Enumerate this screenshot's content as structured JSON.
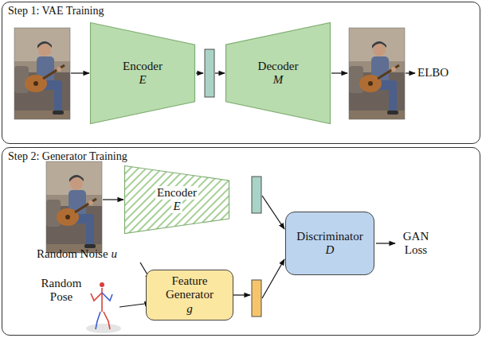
{
  "diagram": {
    "nodes": [
      {
        "text": [
          "Step 1: VAE Training"
        ]
      },
      {
        "text": [
          "Encoder",
          "E"
        ],
        "in": 0
      },
      {
        "text": [
          "Decoder",
          "M"
        ],
        "in": 0
      },
      {
        "text": [
          "Step 2: Generator Training"
        ]
      },
      {
        "text": [
          "Encoder",
          "E"
        ],
        "in": 3
      },
      {
        "text": [
          "Discriminator",
          "D"
        ],
        "in": 3
      },
      {
        "text": [
          "Feature Generator",
          "g"
        ],
        "in": 3
      }
    ],
    "labels": [
      "ELBO",
      "GAN Loss",
      "Random Noise",
      "u",
      "Random Pose"
    ]
  }
}
